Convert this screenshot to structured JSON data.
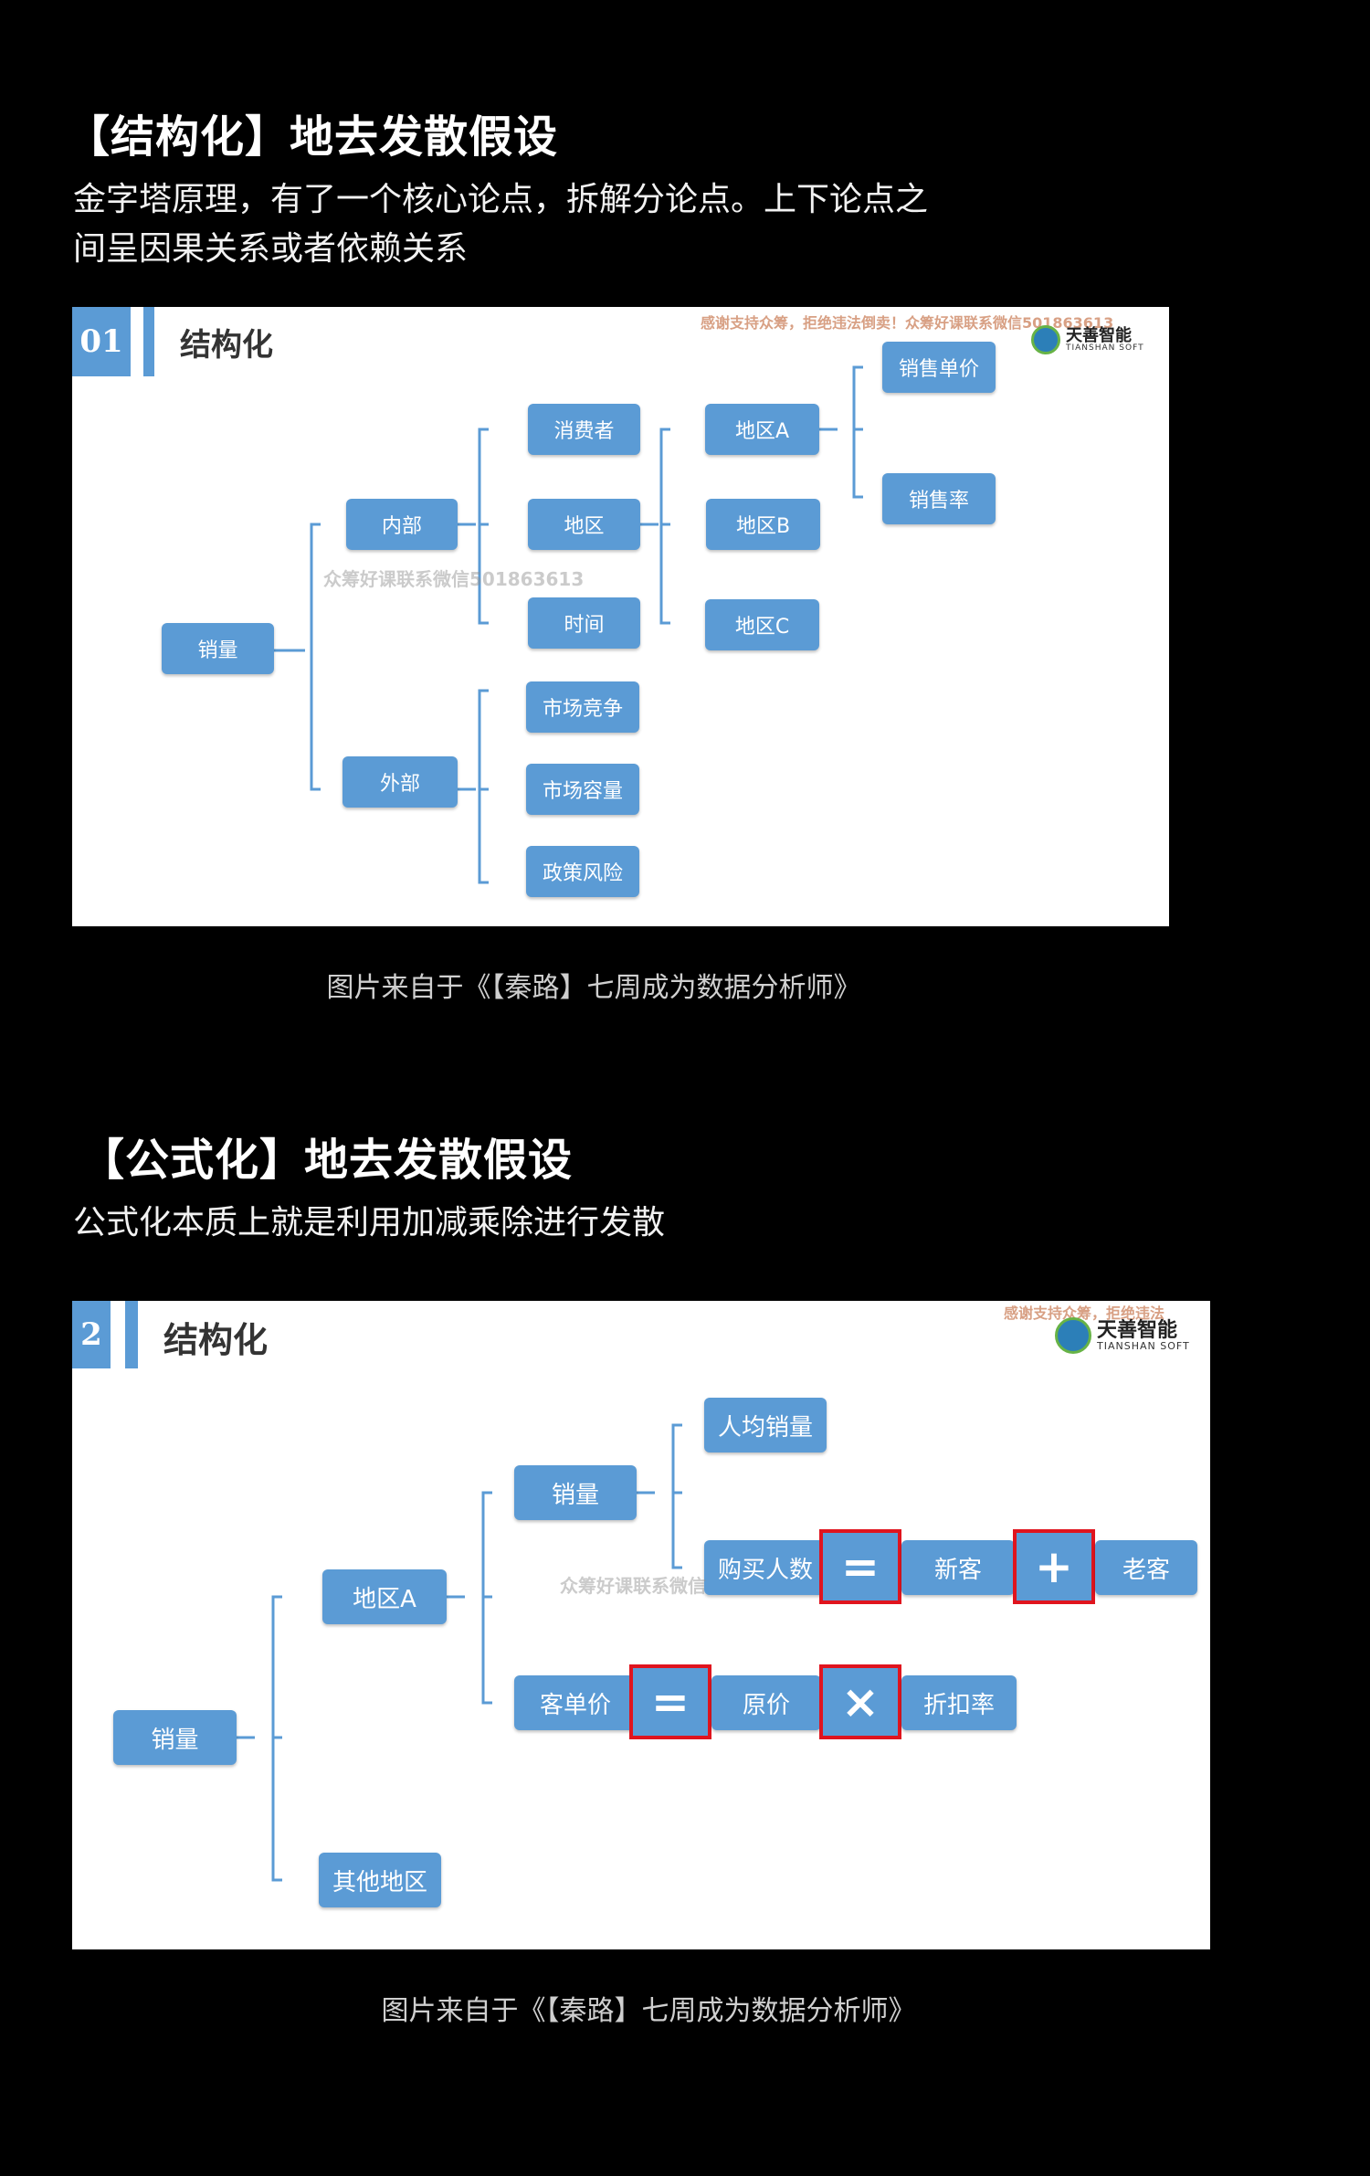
{
  "section1": {
    "heading": "【结构化】地去发散假设",
    "paragraph_line1": "金字塔原理，有了一个核心论点，拆解分论点。上下论点之",
    "paragraph_line2": "间呈因果关系或者依赖关系",
    "slide": {
      "number": "01",
      "title": "结构化",
      "watermark_top": "感谢支持众筹，拒绝违法倒卖！众筹好课联系微信501863613",
      "watermark_mid": "众筹好课联系微信501863613",
      "logo": {
        "name": "天善智能",
        "sub": "TIANSHAN SOFT"
      },
      "nodes": {
        "root": "销量",
        "internal": "内部",
        "external": "外部",
        "consumer": "消费者",
        "region": "地区",
        "time": "时间",
        "competition": "市场竞争",
        "capacity": "市场容量",
        "policy": "政策风险",
        "region_a": "地区A",
        "region_b": "地区B",
        "region_c": "地区C",
        "unit_price": "销售单价",
        "sales_rate": "销售率"
      }
    },
    "caption": "图片来自于《【秦路】七周成为数据分析师》"
  },
  "section2": {
    "heading": "【公式化】地去发散假设",
    "paragraph": "公式化本质上就是利用加减乘除进行发散",
    "slide": {
      "number": "2",
      "title": "结构化",
      "watermark_top": "感谢支持众筹，拒绝违法",
      "watermark_mid": "众筹好课联系微信",
      "logo": {
        "name": "天善智能",
        "sub": "TIANSHAN SOFT"
      },
      "nodes": {
        "root": "销量",
        "region_a": "地区A",
        "other_regions": "其他地区",
        "sales": "销量",
        "avg_unit_price": "客单价",
        "per_capita_sales": "人均销量",
        "buyers": "购买人数",
        "new_customers": "新客",
        "old_customers": "老客",
        "original_price": "原价",
        "discount_rate": "折扣率"
      },
      "operators": {
        "equals": "=",
        "plus": "+",
        "times": "×"
      }
    },
    "caption": "图片来自于《【秦路】七周成为数据分析师》"
  }
}
